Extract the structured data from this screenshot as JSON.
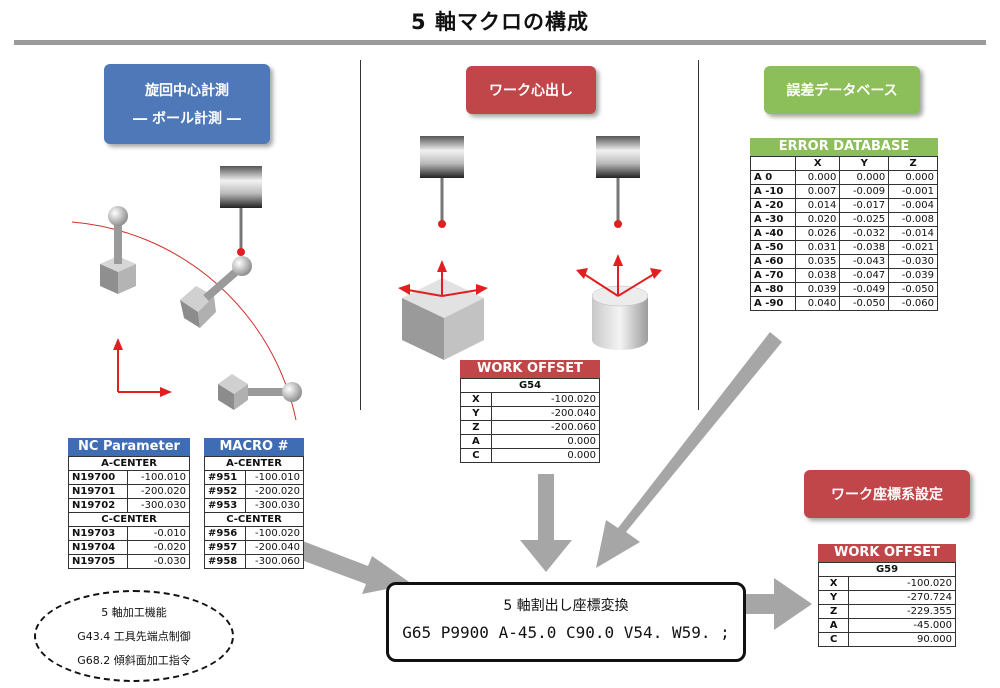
{
  "title": "5 軸マクロの構成",
  "colors": {
    "blue": "#4f78b8",
    "red": "#c0464a",
    "green": "#8cbf5a",
    "arrow": "#a6a6a6"
  },
  "sections": {
    "center": {
      "line1": "旋回中心計測",
      "line2": "― ボール計測 ―"
    },
    "work": {
      "label": "ワーク心出し"
    },
    "error": {
      "label": "誤差データベース"
    },
    "coord": {
      "label": "ワーク座標系設定"
    }
  },
  "error_db": {
    "caption": "ERROR DATABASE",
    "columns": [
      "",
      "X",
      "Y",
      "Z"
    ],
    "rows": [
      [
        "A 0",
        "0.000",
        "0.000",
        "0.000"
      ],
      [
        "A -10",
        "0.007",
        "-0.009",
        "-0.001"
      ],
      [
        "A -20",
        "0.014",
        "-0.017",
        "-0.004"
      ],
      [
        "A -30",
        "0.020",
        "-0.025",
        "-0.008"
      ],
      [
        "A -40",
        "0.026",
        "-0.032",
        "-0.014"
      ],
      [
        "A -50",
        "0.031",
        "-0.038",
        "-0.021"
      ],
      [
        "A -60",
        "0.035",
        "-0.043",
        "-0.030"
      ],
      [
        "A -70",
        "0.038",
        "-0.047",
        "-0.039"
      ],
      [
        "A -80",
        "0.039",
        "-0.049",
        "-0.050"
      ],
      [
        "A -90",
        "0.040",
        "-0.050",
        "-0.060"
      ]
    ]
  },
  "work_offset_g54": {
    "caption": "WORK OFFSET",
    "sub": "G54",
    "rows": [
      [
        "X",
        "-100.020"
      ],
      [
        "Y",
        "-200.040"
      ],
      [
        "Z",
        "-200.060"
      ],
      [
        "A",
        "0.000"
      ],
      [
        "C",
        "0.000"
      ]
    ]
  },
  "nc_param": {
    "caption": "NC Parameter",
    "group1": "A-CENTER",
    "rows1": [
      [
        "N19700",
        "-100.010"
      ],
      [
        "N19701",
        "-200.020"
      ],
      [
        "N19702",
        "-300.030"
      ]
    ],
    "group2": "C-CENTER",
    "rows2": [
      [
        "N19703",
        "-0.010"
      ],
      [
        "N19704",
        "-0.020"
      ],
      [
        "N19705",
        "-0.030"
      ]
    ]
  },
  "macro": {
    "caption": "MACRO #",
    "group1": "A-CENTER",
    "rows1": [
      [
        "#951",
        "-100.010"
      ],
      [
        "#952",
        "-200.020"
      ],
      [
        "#953",
        "-300.030"
      ]
    ],
    "group2": "C-CENTER",
    "rows2": [
      [
        "#956",
        "-100.020"
      ],
      [
        "#957",
        "-200.040"
      ],
      [
        "#958",
        "-300.060"
      ]
    ]
  },
  "functions": {
    "line1": "5 軸加工機能",
    "line2": "G43.4  工具先端点制御",
    "line3": "G68.2  傾斜面加工指令"
  },
  "formula": {
    "title": "5 軸割出し座標変換",
    "code": "G65 P9900 A-45.0 C90.0 V54. W59. ;"
  },
  "work_offset_g59": {
    "caption": "WORK OFFSET",
    "sub": "G59",
    "rows": [
      [
        "X",
        "-100.020"
      ],
      [
        "Y",
        "-270.724"
      ],
      [
        "Z",
        "-229.355"
      ],
      [
        "A",
        "-45.000"
      ],
      [
        "C",
        "90.000"
      ]
    ]
  }
}
